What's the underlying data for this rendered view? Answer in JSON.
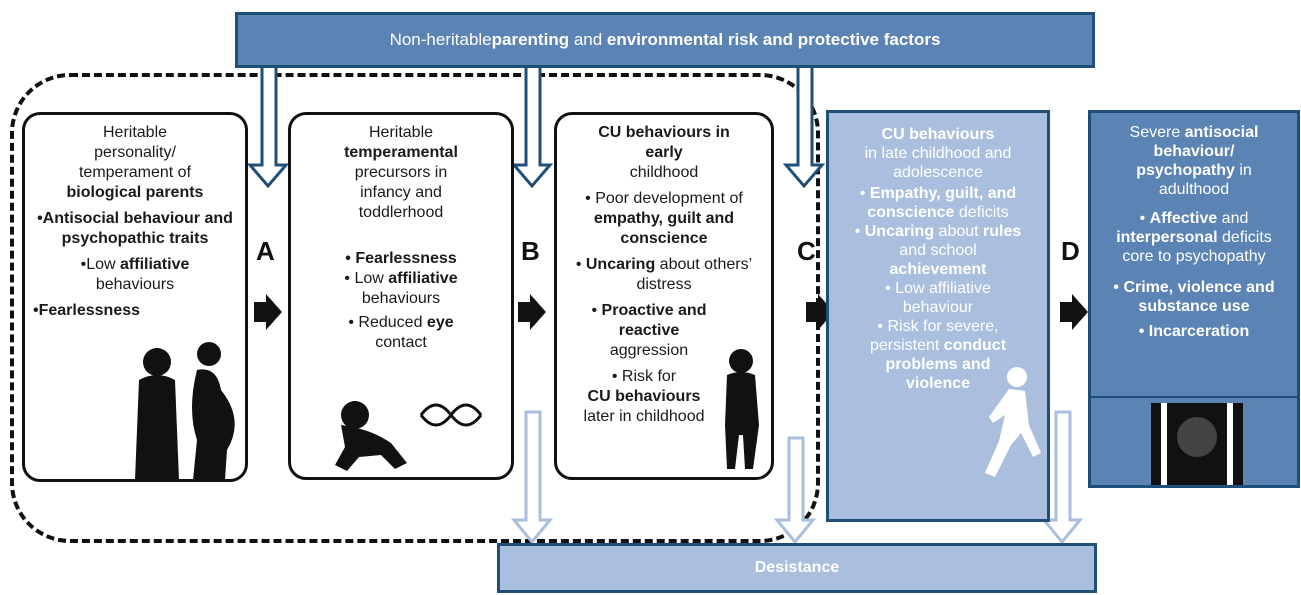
{
  "top_banner": {
    "t1": "Non-heritable ",
    "b1": "parenting",
    "t2": " and ",
    "b2": "environmental risk and protective factors"
  },
  "stage1": {
    "l1": "Heritable",
    "l2": "personality/",
    "l3": "temperament of",
    "l4": "biological parents",
    "bul1": "•Antisocial behaviour and psychopathic traits",
    "bul2a": "•Low ",
    "bul2b": "affiliative",
    "bul2c": "behaviours",
    "bul3": "•Fearlessness"
  },
  "stage2": {
    "l1": "Heritable",
    "l2": "temperamental",
    "l3": "precursors in infancy and toddlerhood",
    "bul1": "•  Fearlessness",
    "bul2a": "•  Low ",
    "bul2b": "affiliative",
    "bul2c": "behaviours",
    "bul3a": "•  Reduced ",
    "bul3b": "eye",
    "bul3c": "contact"
  },
  "stage3": {
    "l1": "CU behaviours in early",
    "l2": "childhood",
    "bul1a": "• Poor development of ",
    "bul1b": "empathy, guilt and conscience",
    "bul2a": "•  ",
    "bul2b": "Uncaring",
    "bul2c": " about others’ distress",
    "bul3a": "•  ",
    "bul3b": "Proactive and reactive",
    "bul3c": "aggression",
    "bul4a": "•  Risk for",
    "bul4b": "CU behaviours",
    "bul4c": "later in childhood"
  },
  "stage4": {
    "l1": "CU behaviours",
    "l2": "in late childhood and adolescence",
    "bul1a": "• ",
    "bul1b": "Empathy, guilt, and conscience",
    "bul1c": " deficits",
    "bul2a": "• ",
    "bul2b": "Uncaring",
    "bul2c": " about ",
    "bul2d": "rules",
    "bul2e": " and school ",
    "bul2f": "achievement",
    "bul3": "• Low affiliative behaviour",
    "bul4a": "• Risk for severe, persistent ",
    "bul4b": "conduct problems and violence"
  },
  "stage5": {
    "l1": "Severe ",
    "l1b": "antisocial behaviour/ psychopathy",
    "l1c": " in adulthood",
    "bul1a": "• ",
    "bul1b": "Affective",
    "bul1c": " and ",
    "bul1d": "interpersonal",
    "bul1e": " deficits core to psychopathy",
    "bul2": "• Crime, violence and substance use",
    "bul3": "•  Incarceration"
  },
  "letters": {
    "a": "A",
    "b": "B",
    "c": "C",
    "d": "D"
  },
  "desistance": "Desistance",
  "colors": {
    "dark_blue": "#5b83b3",
    "light_blue": "#a9bfdd",
    "border_blue": "#1f4e79"
  }
}
